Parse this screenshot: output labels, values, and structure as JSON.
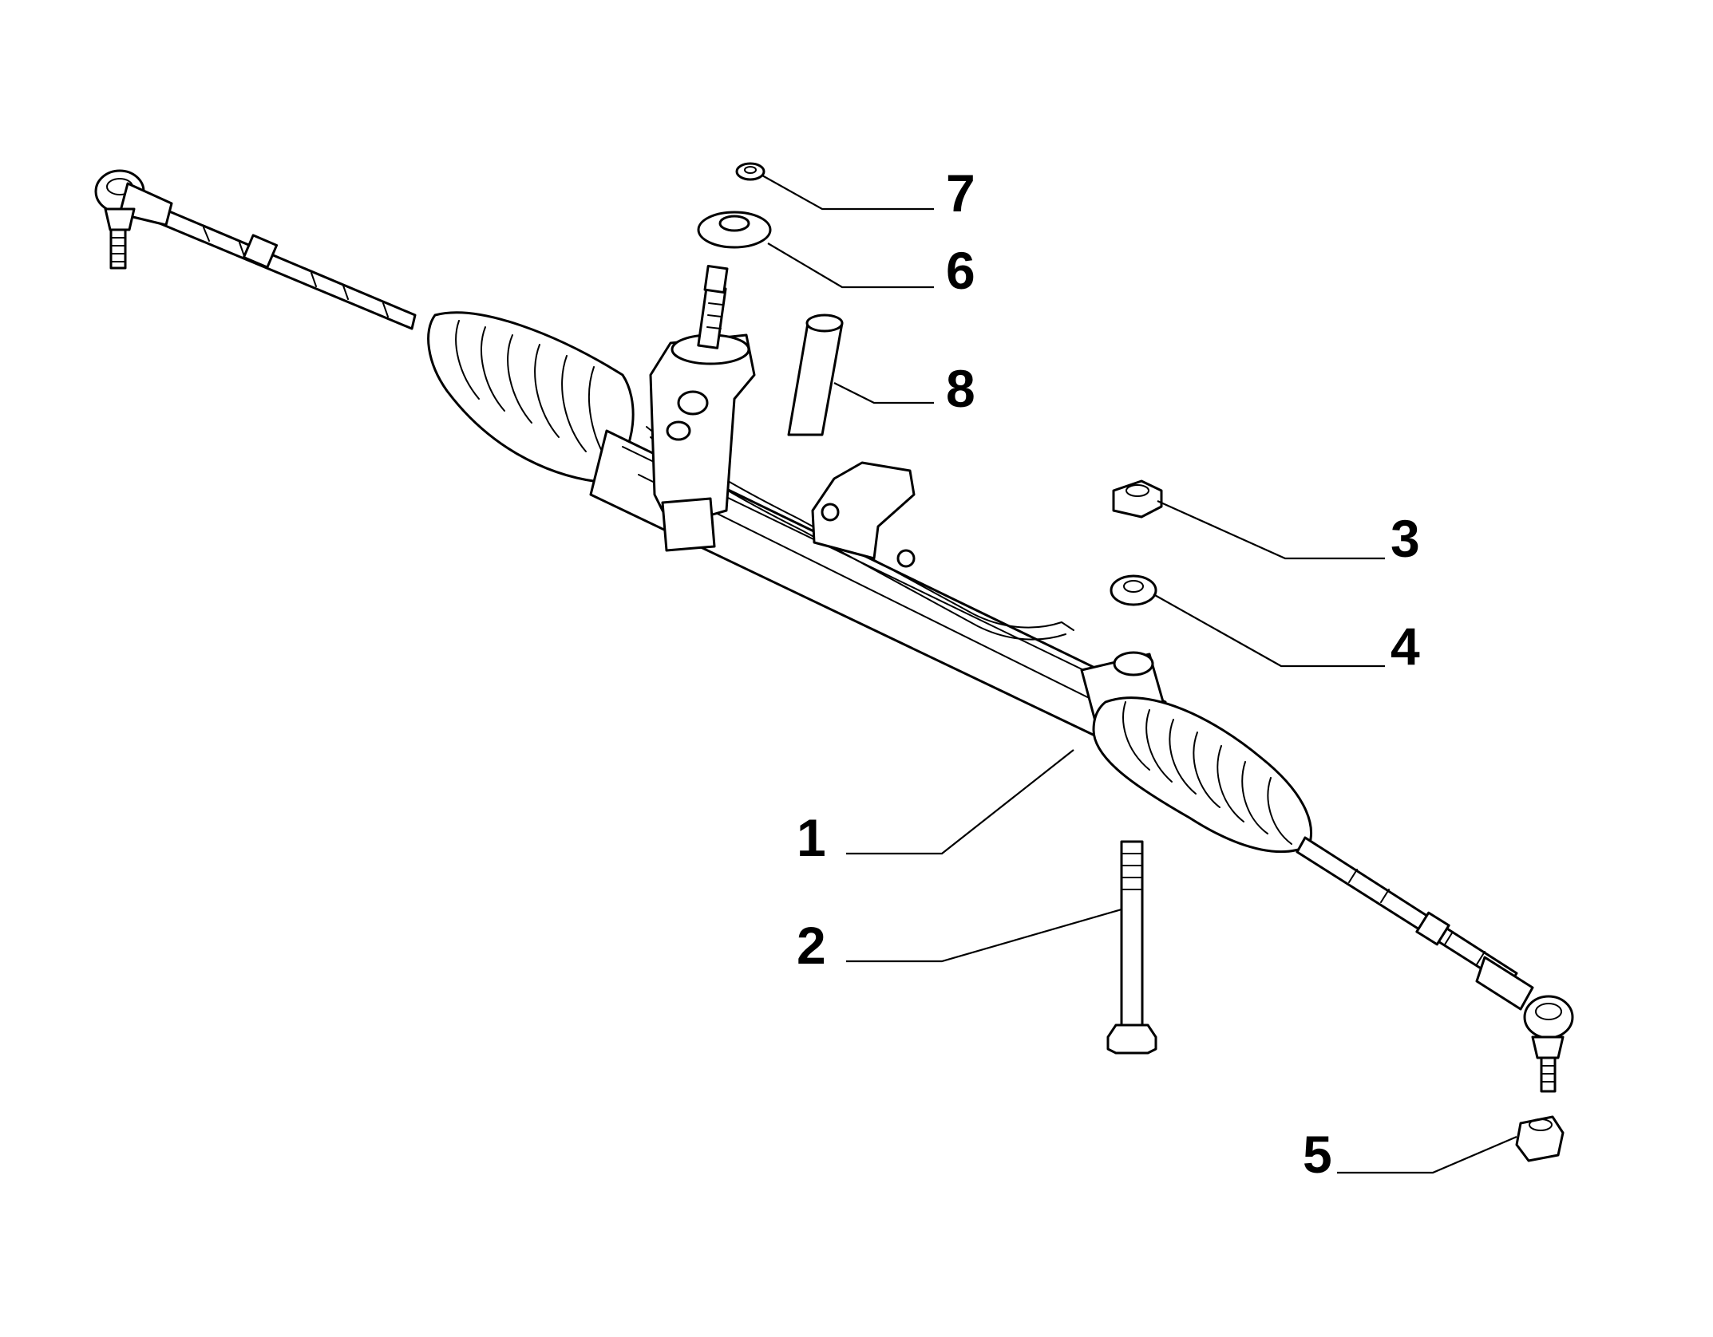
{
  "diagram": {
    "type": "exploded-parts-view",
    "callouts": [
      {
        "id": "1",
        "label": "1"
      },
      {
        "id": "2",
        "label": "2"
      },
      {
        "id": "3",
        "label": "3"
      },
      {
        "id": "4",
        "label": "4"
      },
      {
        "id": "5",
        "label": "5"
      },
      {
        "id": "6",
        "label": "6"
      },
      {
        "id": "7",
        "label": "7"
      },
      {
        "id": "8",
        "label": "8"
      }
    ]
  }
}
